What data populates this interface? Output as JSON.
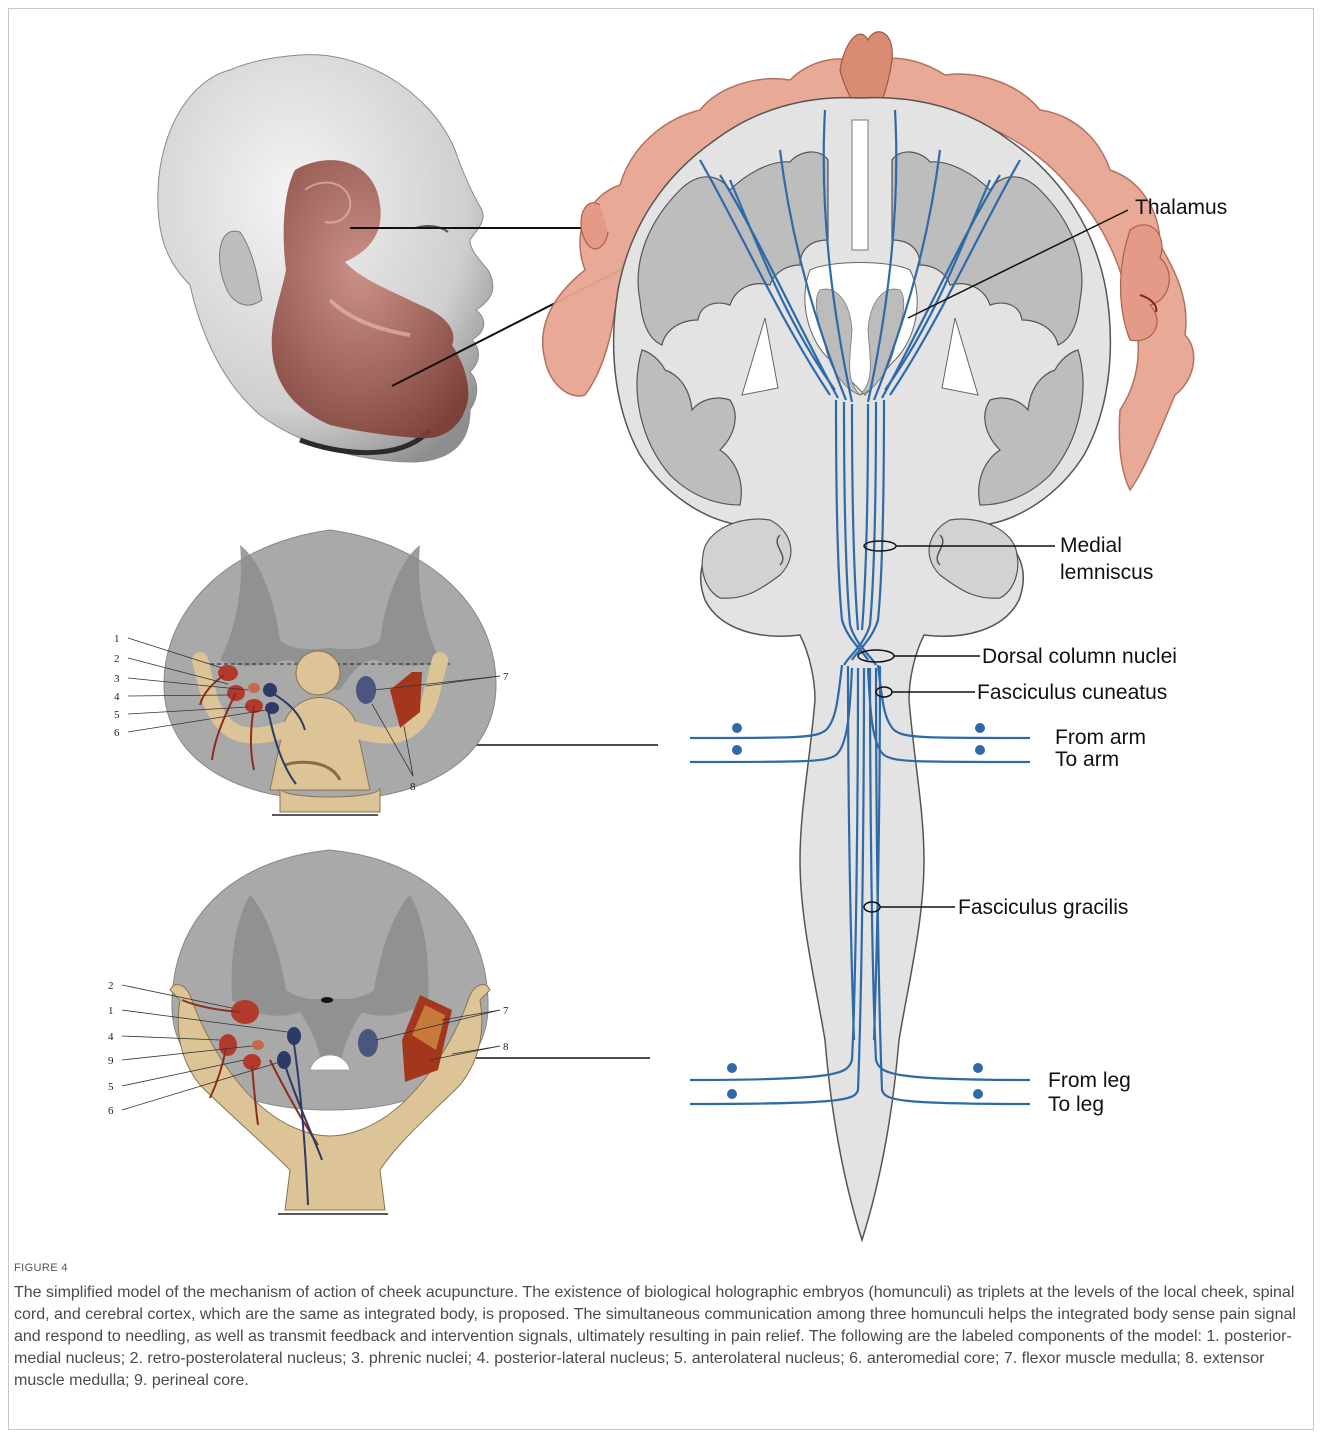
{
  "figure": {
    "label": "FIGURE 4",
    "caption": "The simplified model of the mechanism of action of cheek acupuncture. The existence of biological holographic embryos (homunculi) as triplets at the levels of the local cheek, spinal cord, and cerebral cortex, which are the same as integrated body, is proposed. The simultaneous communication among three homunculi helps the integrated body sense pain signal and respond to needling, as well as transmit feedback and intervention signals, ultimately resulting in pain relief. The following are the labeled components of the model: 1. posterior-medial nucleus; 2. retro-posterolateral nucleus; 3. phrenic nuclei; 4. posterior-lateral nucleus; 5. anterolateral nucleus; 6. anteromedial core; 7. flexor muscle medulla; 8. extensor muscle medulla; 9. perineal core."
  },
  "labels": {
    "thalamus": "Thalamus",
    "medial_lemniscus_1": "Medial",
    "medial_lemniscus_2": "lemniscus",
    "dorsal_column_nuclei": "Dorsal column nuclei",
    "fasciculus_cuneatus": "Fasciculus cuneatus",
    "from_arm": "From arm",
    "to_arm": "To arm",
    "fasciculus_gracilis": "Fasciculus gracilis",
    "from_leg": "From leg",
    "to_leg": "To leg"
  },
  "upper_section_numbers": [
    "1",
    "2",
    "3",
    "4",
    "5",
    "6",
    "7",
    "8"
  ],
  "lower_section_numbers": [
    "2",
    "1",
    "4",
    "9",
    "5",
    "6",
    "7",
    "8"
  ],
  "colors": {
    "pathway": "#2f6aa8",
    "brain_fill": "#e2e2e2",
    "cortex_fill": "#b5b5b5",
    "homunculus": "#e8a592",
    "nucleus_red": "#b33a2a",
    "nucleus_navy": "#2c3a66",
    "body_tan": "#dcc497",
    "cord_gray": "#a9a9a9"
  }
}
